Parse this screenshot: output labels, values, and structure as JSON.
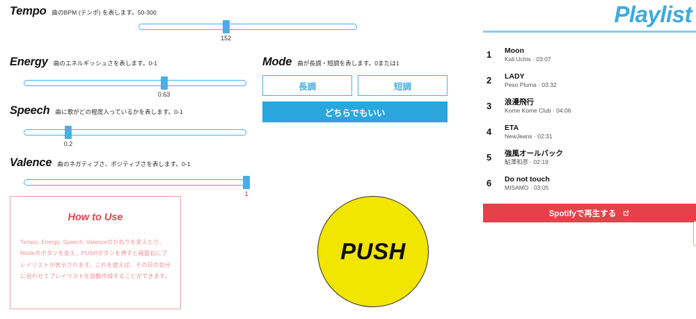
{
  "params": {
    "tempo": {
      "title": "Tempo",
      "desc": "曲のBPM (テンポ) を表します。50-300",
      "value": "152",
      "pct": 40
    },
    "energy": {
      "title": "Energy",
      "desc": "曲のエネルギッシュさを表します。0-1",
      "value": "0.63",
      "pct": 63
    },
    "speech": {
      "title": "Speech",
      "desc": "曲に歌がどの程度入っているかを表します。0-1",
      "value": "0.2",
      "pct": 20
    },
    "valence": {
      "title": "Valence",
      "desc": "曲のネガティブさ、ポジティブさを表します。0-1",
      "value": "1",
      "pct": 100
    }
  },
  "mode": {
    "title": "Mode",
    "desc": "曲が長調・短調を表します。0または1",
    "major_label": "長調",
    "minor_label": "短調",
    "either_label": "どちらでもいい"
  },
  "howto": {
    "title": "How to Use",
    "body": "Tempo, Energy, Speech, Valenceのひねりを変えたり、Modeのボタンを変え、PUSHボタンを押すと画面右にプレイリストが表示されます。これを使えば、その日の気分に合わせてプレイリストを自動作成することができます。"
  },
  "push": {
    "label": "PUSH"
  },
  "playlist": {
    "title": "Playlist",
    "tracks": [
      {
        "num": "1",
        "name": "Moon",
        "meta": "Kali Uchis · 03:07"
      },
      {
        "num": "2",
        "name": "LADY",
        "meta": "Peso Pluma · 03:32"
      },
      {
        "num": "3",
        "name": "浪漫飛行",
        "meta": "Kome Kome Club · 04:06"
      },
      {
        "num": "4",
        "name": "ETA",
        "meta": "NewJeans · 02:31"
      },
      {
        "num": "5",
        "name": "強風オールバック",
        "meta": "鮎澤和彦 · 02:19"
      },
      {
        "num": "6",
        "name": "Do not touch",
        "meta": "MISAMO · 03:05"
      }
    ],
    "spotify_label": "Spotifyで再生する"
  },
  "colors": {
    "accent_blue": "#3fa9e0",
    "slider_blue": "#49aee6",
    "mode_active": "#2ba6dd",
    "spotify_red": "#e8404a",
    "howto_pink": "#ef8f96",
    "push_yellow": "#f2e500"
  }
}
